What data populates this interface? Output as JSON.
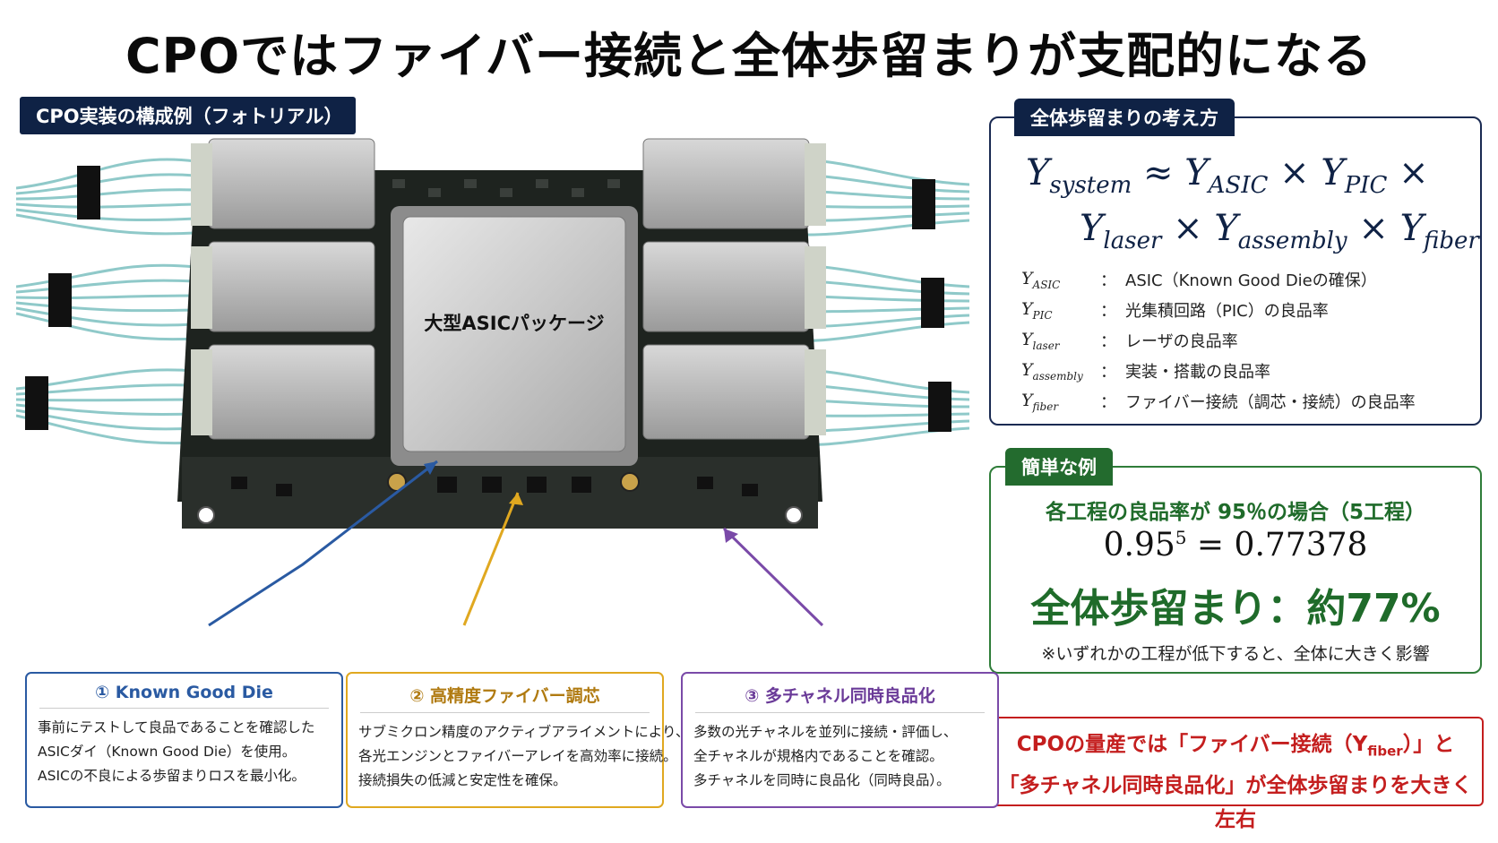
{
  "title": "CPOではファイバー接続と全体歩留まりが支配的になる",
  "photo_section": {
    "label": "CPO実装の構成例（フォトリアル）",
    "asic_label": "大型ASICパッケージ"
  },
  "formula_panel": {
    "label": "全体歩留まりの考え方",
    "line1": [
      {
        "base": "Y",
        "sub": "system"
      },
      {
        "op": " ≈ "
      },
      {
        "base": "Y",
        "sub": "ASIC"
      },
      {
        "op": " × "
      },
      {
        "base": "Y",
        "sub": "PIC"
      },
      {
        "op": " ×"
      }
    ],
    "line2": [
      {
        "base": "Y",
        "sub": "laser"
      },
      {
        "op": " × "
      },
      {
        "base": "Y",
        "sub": "assembly"
      },
      {
        "op": " × "
      },
      {
        "base": "Y",
        "sub": "fiber"
      }
    ],
    "definitions": [
      {
        "symbol": "Y",
        "sub": "ASIC",
        "colon": "：",
        "text": "ASIC（Known Good Dieの確保）"
      },
      {
        "symbol": "Y",
        "sub": "PIC",
        "colon": "：",
        "text": "光集積回路（PIC）の良品率"
      },
      {
        "symbol": "Y",
        "sub": "laser",
        "colon": "：",
        "text": "レーザの良品率"
      },
      {
        "symbol": "Y",
        "sub": "assembly",
        "colon": "：",
        "text": "実装・搭載の良品率"
      },
      {
        "symbol": "Y",
        "sub": "fiber",
        "colon": "：",
        "text": "ファイバー接続（調芯・接続）の良品率"
      }
    ]
  },
  "example_panel": {
    "label": "簡単な例",
    "condition": "各工程の良品率が 95％の場合（5工程）",
    "calc_base": "0.95",
    "calc_exp": "5",
    "calc_result": " = 0.77378",
    "result": "全体歩留まり：約77%",
    "note": "※いずれかの工程が低下すると、全体に大きく影響"
  },
  "conclusion": {
    "line1_a": "CPOの量産では「ファイバー接続（Y",
    "line1_sub": "fiber",
    "line1_b": "）」と",
    "line2": "「多チャネル同時良品化」が全体歩留まりを大きく左右"
  },
  "cards": [
    {
      "title": "① Known Good Die",
      "lines": [
        "事前にテストして良品であることを確認した",
        "ASICダイ（Known Good Die）を使用。",
        "ASICの不良による歩留まりロスを最小化。"
      ]
    },
    {
      "title": "② 高精度ファイバー調芯",
      "lines": [
        "サブミクロン精度のアクティブアライメントにより、",
        "各光エンジンとファイバーアレイを高効率に接続。",
        "接続損失の低減と安定性を確保。"
      ]
    },
    {
      "title": "③ 多チャネル同時良品化",
      "lines": [
        "多数の光チャネルを並列に接続・評価し、",
        "全チャネルが規格内であることを確認。",
        "多チャネルを同時に良品化（同時良品）。"
      ]
    }
  ],
  "colors": {
    "navy": "#0f2245",
    "green": "#236b2e",
    "red": "#c41e1e",
    "card_blue": "#2a5aa2",
    "card_yellow": "#e0a820",
    "card_purple": "#7a4aa8",
    "fiber": "#8fc9c9"
  }
}
